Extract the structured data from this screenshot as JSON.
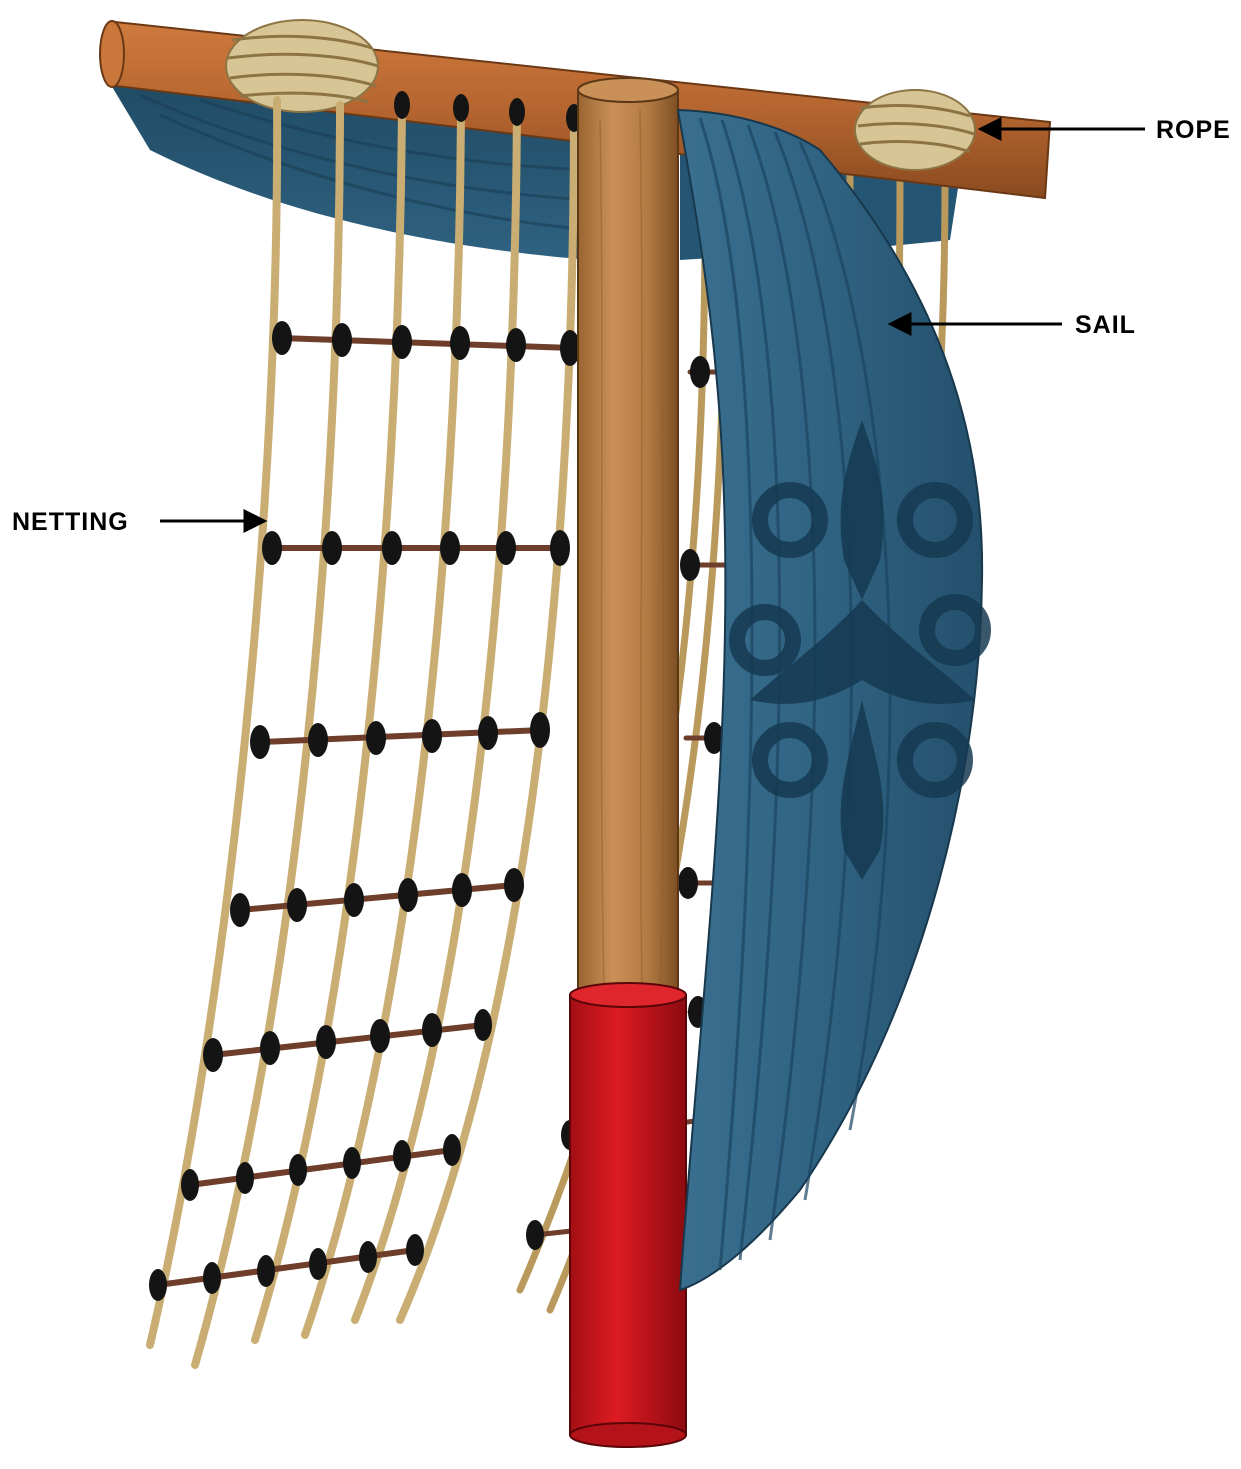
{
  "labels": {
    "rope": "ROPE",
    "sail": "SAIL",
    "netting": "NETTING"
  },
  "colors": {
    "background": "#ffffff",
    "yard_wood": "#b5652f",
    "mast_wood": "#b9814a",
    "mast_sleeve": "#d0161c",
    "rope_fiber": "#c9ad72",
    "rung_wood": "#6e3e2a",
    "knot": "#141414",
    "sail_cloth": "#2f6281",
    "sail_pattern": "#163a52",
    "label_text": "#000000"
  }
}
